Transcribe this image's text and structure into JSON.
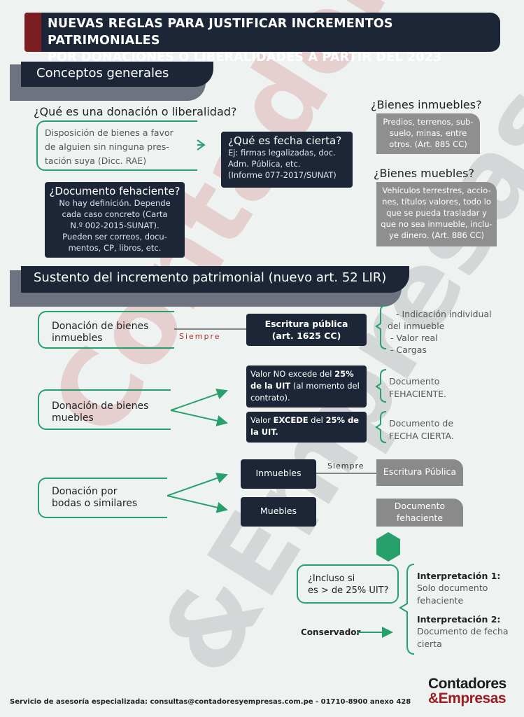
{
  "title": {
    "line1": "NUEVAS REGLAS PARA JUSTIFICAR INCREMENTOS PATRIMONIALES",
    "line2": "POR DONACIONES O LIBERALIDADES A PARTIR DEL 2023"
  },
  "section1": {
    "heading": "Conceptos generales",
    "q_donacion": "¿Qué es una donación o liberalidad?",
    "donacion_def": [
      "Disposición de bienes a favor",
      "de alguien sin ninguna pres-",
      "tación suya (Dicc. RAE)"
    ],
    "fecha_cierta": {
      "title": "¿Qué es fecha cierta?",
      "lines": [
        "Ej: firmas legalizadas, doc.",
        "Adm. Pública, etc.",
        "(Informe 077-2017/SUNAT)"
      ]
    },
    "doc_fehaciente": {
      "title": "¿Documento fehaciente?",
      "lines": [
        "No hay definición. Depende",
        "cada caso concreto (Carta",
        "N.º 002-2015-SUNAT).",
        "Pueden ser correos, docu-",
        "mentos, CP, libros, etc."
      ]
    },
    "inmuebles": {
      "title": "¿Bienes inmuebles?",
      "lines": [
        "Predios, terrenos, sub-",
        "suelo, minas, entre",
        "otros. (Art. 885 CC)"
      ]
    },
    "muebles": {
      "title": "¿Bienes muebles?",
      "lines": [
        "Vehículos terrestres, accio-",
        "nes, títulos valores, todo lo",
        "que se pueda trasladar y",
        "que no sea inmueble, inclu-",
        "ye dinero. (Art. 886 CC)"
      ]
    }
  },
  "section2": {
    "heading": "Sustento del incremento patrimonial (nuevo art. 52 LIR)",
    "row1": {
      "label": [
        "Donación de bienes",
        "inmuebles"
      ],
      "connector": "Siempre",
      "box": [
        "Escritura pública",
        "(art. 1625 CC)"
      ],
      "notes": [
        "-  Indicación individual",
        "del inmueble",
        "-  Valor real",
        "-  Cargas"
      ]
    },
    "row2": {
      "label": [
        "Donación de bienes",
        "muebles"
      ],
      "box1": {
        "pre": "Valor NO excede del ",
        "bold": "25%",
        "line2_bold": "de la UIT",
        "line2": " (al momento del",
        "line3": "contrato)."
      },
      "box2": {
        "pre": "Valor ",
        "bold1": "EXCEDE",
        "mid": " del ",
        "bold2": "25% de",
        "line2_bold": "la UIT."
      },
      "note1": [
        "Documento",
        "FEHACIENTE."
      ],
      "note2": [
        "Documento de",
        "FECHA CIERTA."
      ]
    },
    "row3": {
      "label": [
        "Donación por",
        "bodas o similares"
      ],
      "inmuebles": "Inmuebles",
      "muebles": "Muebles",
      "connector": "Siempre",
      "result1": "Escritura Pública",
      "result2": [
        "Documento",
        "fehaciente"
      ]
    },
    "question": [
      "¿Incluso si",
      "es > de 25% UIT?"
    ],
    "interp1": {
      "title": "Interpretación 1:",
      "lines": [
        "Solo documento",
        "fehaciente"
      ]
    },
    "interp2": {
      "title": "Interpretación 2:",
      "lines": [
        "Documento de fecha",
        "cierta"
      ]
    },
    "conservador": "Conservador"
  },
  "footer": {
    "service": "Servicio de asesoría especializada: consultas@contadoresyempresas.com.pe - 01710-8900 anexo 428",
    "logo1": "Contadores",
    "logo2": "&Empresas"
  },
  "watermark": {
    "line1": "Contadores",
    "line2": "&Empresas"
  },
  "colors": {
    "navy": "#1c2637",
    "green": "#27a06c",
    "maroon": "#7a1e22",
    "gray": "#8f8f8f"
  }
}
